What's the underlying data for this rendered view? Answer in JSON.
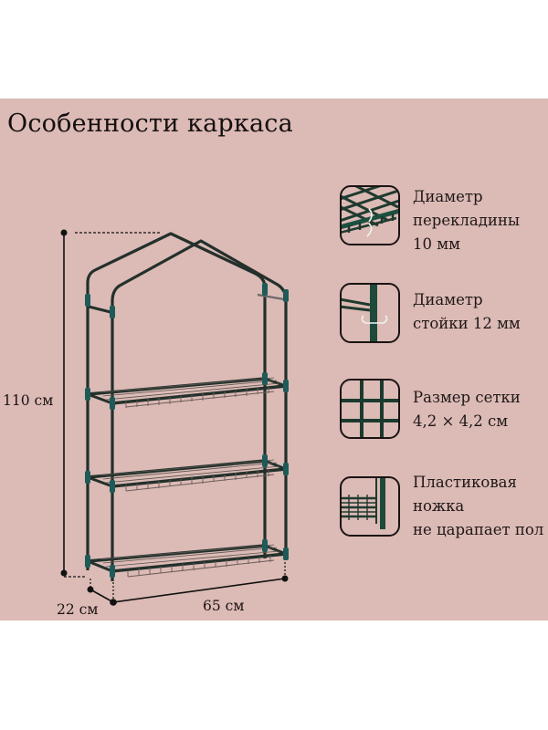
{
  "title": "Особенности каркаса",
  "dimensions": {
    "height": "110 см",
    "depth": "22 см",
    "width": "65 см"
  },
  "features": [
    {
      "icon": "crossbar-diameter-icon",
      "lines": [
        "Диаметр",
        "перекладины",
        "10 мм"
      ]
    },
    {
      "icon": "post-diameter-icon",
      "lines": [
        "Диаметр",
        "стойки 12 мм"
      ]
    },
    {
      "icon": "mesh-size-icon",
      "lines": [
        "Размер сетки",
        "4,2 × 4,2 см"
      ]
    },
    {
      "icon": "plastic-foot-icon",
      "lines": [
        "Пластиковая",
        "ножка",
        "не царапает пол"
      ]
    }
  ],
  "colors": {
    "background": "#dcbab5",
    "frame": "#1f2b26",
    "connector": "#1e5b58",
    "text": "#1a1414"
  }
}
